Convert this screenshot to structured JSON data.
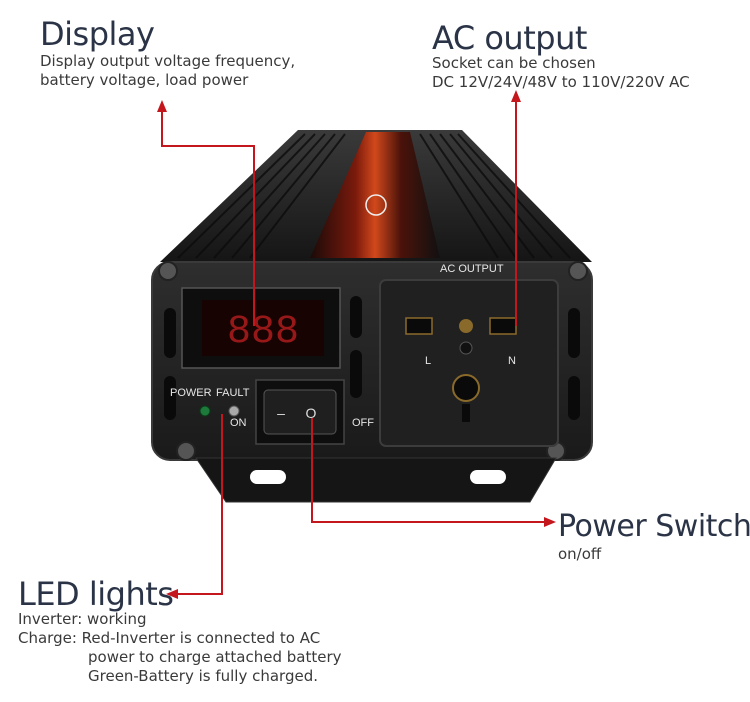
{
  "callouts": {
    "display": {
      "title": "Display",
      "lines": [
        "Display output voltage frequency,",
        "battery voltage, load power"
      ]
    },
    "ac_output": {
      "title": "AC output",
      "lines": [
        "Socket can be chosen",
        "DC 12V/24V/48V to 110V/220V AC"
      ]
    },
    "power_switch": {
      "title": "Power Switch",
      "lines": [
        "on/off"
      ]
    },
    "led_lights": {
      "title": "LED lights",
      "lines": [
        "Inverter: working",
        "Charge: Red-Inverter is connected to AC",
        "power to charge attached battery",
        "Green-Battery is fully charged."
      ]
    }
  },
  "panel": {
    "ac_output_label": "AC  OUTPUT",
    "power_label": "POWER",
    "fault_label": "FAULT",
    "on_label": "ON",
    "off_label": "OFF",
    "display_digits": "888",
    "switch_off_symbol": "–",
    "switch_on_symbol": "O",
    "socket_left_letter": "L",
    "socket_right_letter": "N"
  },
  "colors": {
    "leader_line": "#c4171d",
    "body": "#1b1b1b",
    "panel": "#232323",
    "display_red": "#ff2a2a",
    "title_text": "#2b3447"
  }
}
